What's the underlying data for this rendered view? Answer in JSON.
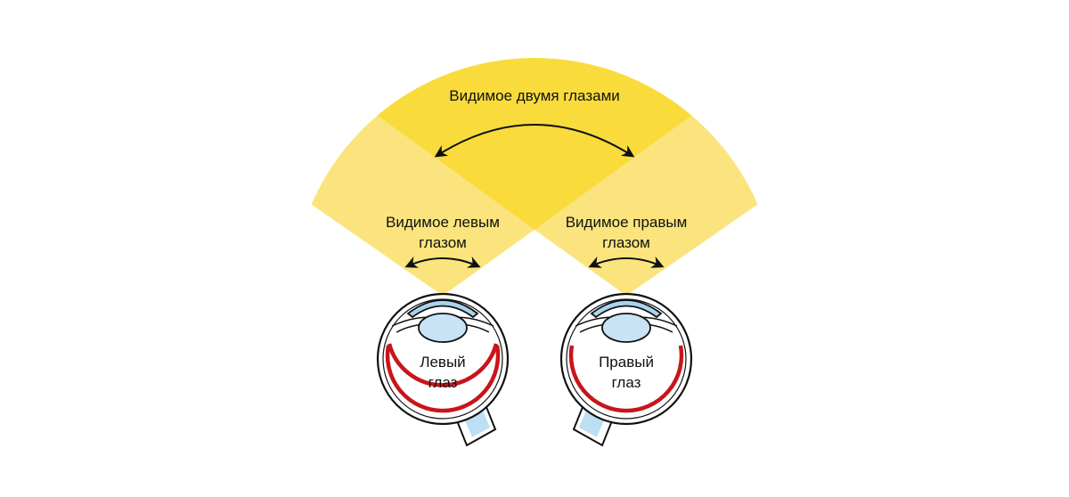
{
  "diagram": {
    "title": "Binocular and monocular visual fields",
    "colors": {
      "background": "#ffffff",
      "monocular_field": "#fbe47e",
      "binocular_field": "#f9dc3c",
      "cornea": "#a9d3ee",
      "lens": "#c7e3f5",
      "retina": "#c8151b",
      "optic_nerve": "#bcdff4",
      "outline": "#111111"
    },
    "labels": {
      "binocular": "Видимое двумя глазами",
      "left_field_line1": "Видимое левым",
      "left_field_line2": "глазом",
      "right_field_line1": "Видимое правым",
      "right_field_line2": "глазом",
      "left_eye_line1": "Левый",
      "left_eye_line2": "глаз",
      "right_eye_line1": "Правый",
      "right_eye_line2": "глаз"
    }
  }
}
